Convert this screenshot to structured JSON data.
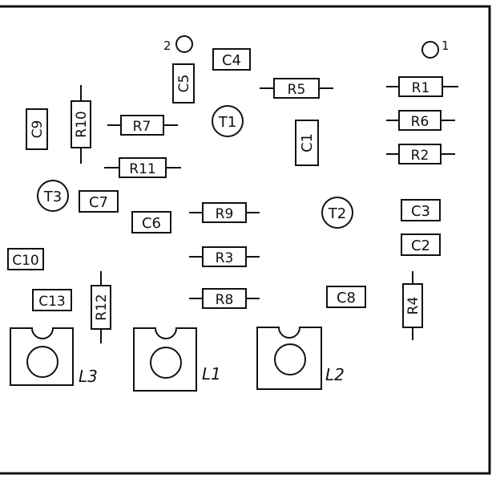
{
  "diagram": {
    "colors": {
      "ink": "#111111",
      "background": "#ffffff"
    },
    "pads": [
      {
        "id": "pad-2",
        "label": "2"
      },
      {
        "id": "pad-1",
        "label": "1"
      }
    ],
    "transistors": [
      {
        "id": "t1",
        "label": "T1"
      },
      {
        "id": "t2",
        "label": "T2"
      },
      {
        "id": "t3",
        "label": "T3"
      }
    ],
    "resistors": [
      {
        "id": "r1",
        "label": "R1"
      },
      {
        "id": "r2",
        "label": "R2"
      },
      {
        "id": "r3",
        "label": "R3"
      },
      {
        "id": "r4",
        "label": "R4"
      },
      {
        "id": "r5",
        "label": "R5"
      },
      {
        "id": "r6",
        "label": "R6"
      },
      {
        "id": "r7",
        "label": "R7"
      },
      {
        "id": "r8",
        "label": "R8"
      },
      {
        "id": "r9",
        "label": "R9"
      },
      {
        "id": "r10",
        "label": "R10"
      },
      {
        "id": "r11",
        "label": "R11"
      },
      {
        "id": "r12",
        "label": "R12"
      }
    ],
    "capacitors": [
      {
        "id": "c1",
        "label": "C1"
      },
      {
        "id": "c2",
        "label": "C2"
      },
      {
        "id": "c3",
        "label": "C3"
      },
      {
        "id": "c4",
        "label": "C4"
      },
      {
        "id": "c5",
        "label": "C5"
      },
      {
        "id": "c6",
        "label": "C6"
      },
      {
        "id": "c7",
        "label": "C7"
      },
      {
        "id": "c8",
        "label": "C8"
      },
      {
        "id": "c9",
        "label": "C9"
      },
      {
        "id": "c10",
        "label": "C10"
      },
      {
        "id": "c13",
        "label": "C13"
      }
    ],
    "inductors": [
      {
        "id": "l1",
        "label": "L1"
      },
      {
        "id": "l2",
        "label": "L2"
      },
      {
        "id": "l3",
        "label": "L3"
      }
    ]
  }
}
